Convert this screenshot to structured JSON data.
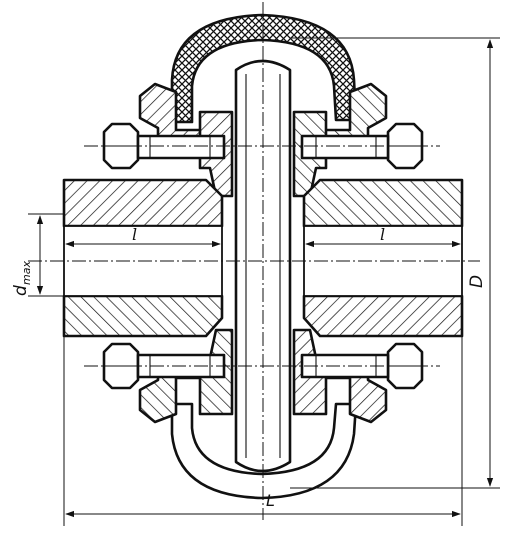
{
  "labels": {
    "hub_length_left": "l",
    "hub_length_right": "l",
    "max_bore": "d",
    "max_bore_subscript": "max",
    "outer_diameter": "D",
    "overall_length": "L"
  }
}
